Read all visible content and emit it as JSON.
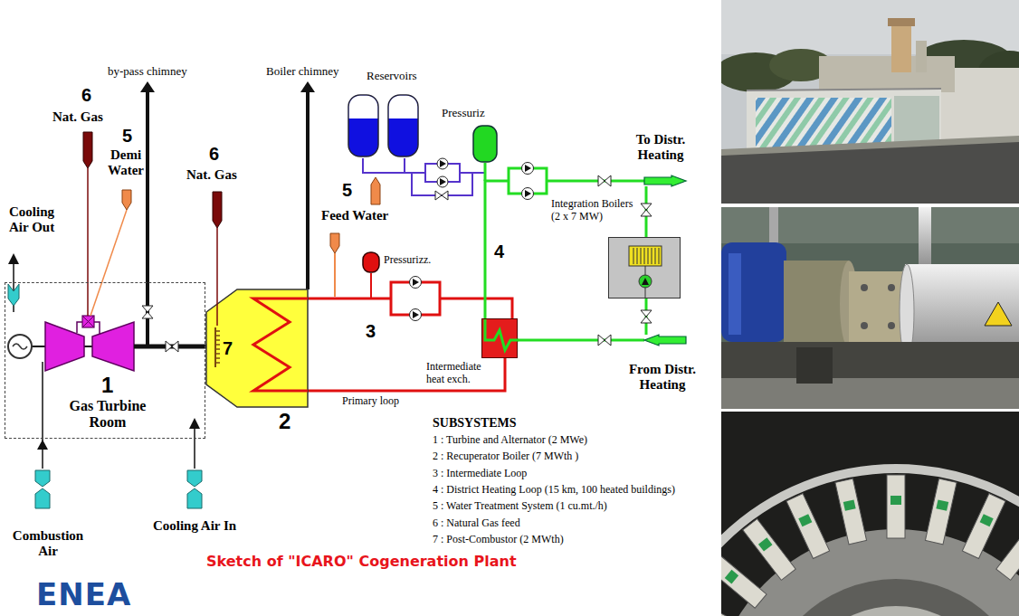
{
  "diagram": {
    "caption": "Sketch of \"ICARO\" Cogeneration Plant",
    "nodes": [
      {
        "text": [
          "1",
          "Gas Turbine Room"
        ]
      },
      {
        "text": [
          "2"
        ]
      },
      {
        "text": [
          "7"
        ],
        "in": 1
      },
      {
        "text": [
          "Reservoirs"
        ]
      },
      {
        "text": [
          "Pressuriz"
        ]
      },
      {
        "text": [
          "Pressurizz."
        ]
      },
      {
        "text": [
          "To Distr. Heating"
        ]
      },
      {
        "text": [
          "Integration Boilers (2 x 7 MW)"
        ]
      },
      {
        "text": [
          "Intermediate heat exch."
        ]
      },
      {
        "text": [
          "From Distr. Heating"
        ]
      }
    ],
    "edges": [
      {
        "from": 1,
        "to": 8,
        "label": "3",
        "arrow": "none"
      },
      {
        "from": 1,
        "to": 8,
        "label": "Primary loop",
        "arrow": "none"
      },
      {
        "from": 8,
        "to": 6,
        "label": "4",
        "arrow": "none"
      },
      {
        "from": 9,
        "to": 8,
        "arrow": "none"
      },
      {
        "from": 3,
        "to": 4,
        "arrow": "none"
      },
      {
        "from": 6,
        "to": 7,
        "arrow": "none"
      },
      {
        "from": 7,
        "to": 9,
        "arrow": "none"
      }
    ],
    "labels": [
      "by-pass chimney",
      "Boiler chimney",
      "6",
      "Nat. Gas",
      "5",
      "Demi Water",
      "6",
      "Nat. Gas",
      "Cooling Air Out",
      "5",
      "Feed Water",
      "Combustion Air",
      "Cooling Air In",
      "SUBSYSTEMS",
      "1 : Turbine and Alternator (2 MWe)",
      "2 : Recuperator Boiler (7 MWth )",
      "3 : Intermediate Loop",
      "4 : District Heating Loop (15 km, 100 heated buildings)",
      "5 : Water Treatment System (1 cu.mt./h)",
      "6 : Natural Gas feed",
      "7 : Post-Combustor (2 MWth)",
      "ENEA"
    ]
  }
}
